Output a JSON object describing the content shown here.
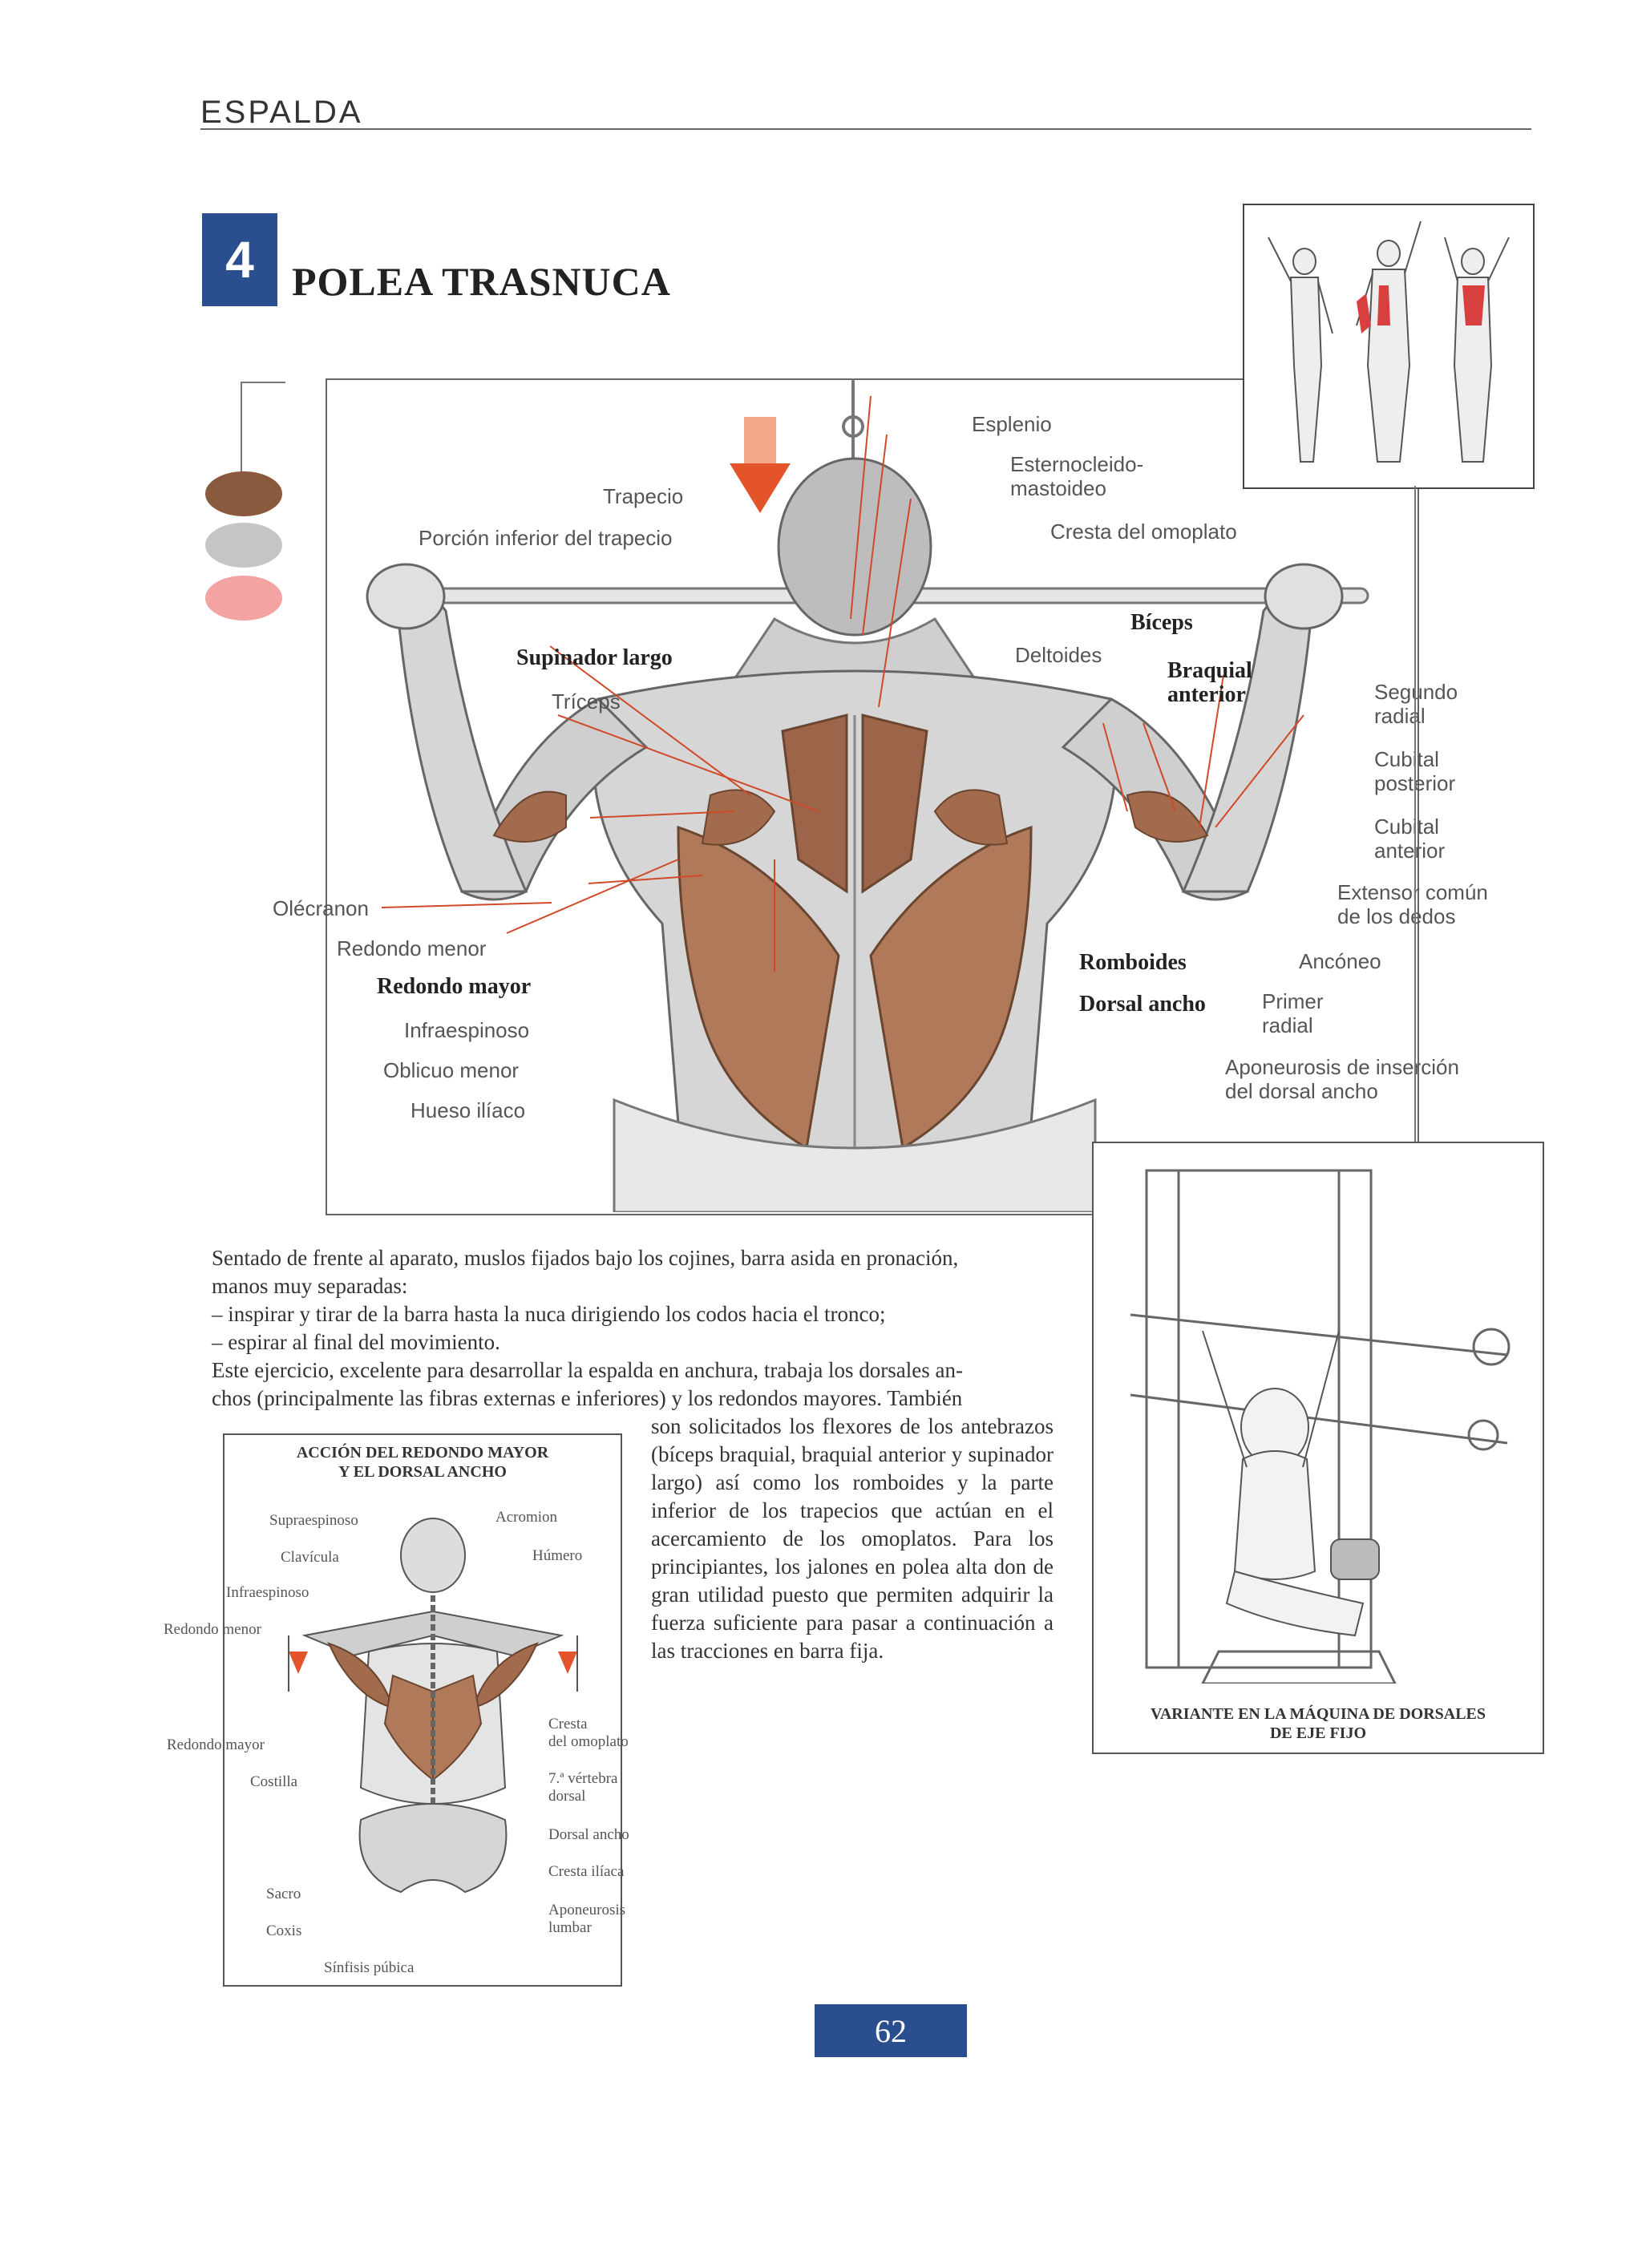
{
  "header": {
    "section": "ESPALDA"
  },
  "exercise": {
    "number": "4",
    "title": "POLEA TRASNUCA"
  },
  "colors": {
    "accent_blue": "#2b4e8e",
    "muscle_primary": "#8a5a3e",
    "muscle_secondary": "#c6c6c6",
    "muscle_tertiary": "#f4a3a3",
    "muscle_red": "#d84040"
  },
  "main_labels": {
    "esplenio": "Esplenio",
    "esternocleido": "Esternocleido-",
    "esternocleido_2": "mastoideo",
    "trapecio": "Trapecio",
    "porcion_inferior": "Porción inferior del trapecio",
    "cresta_omoplato": "Cresta del omoplato",
    "biceps": "Bíceps",
    "deltoides": "Deltoides",
    "braquial": "Braquial",
    "braquial_2": "anterior",
    "supinador": "Supinador largo",
    "triceps": "Tríceps",
    "segundo": "Segundo",
    "segundo_2": "radial",
    "cubital_post": "Cubital",
    "cubital_post_2": "posterior",
    "cubital_ant": "Cubital",
    "cubital_ant_2": "anterior",
    "extensor": "Extensor común",
    "extensor_2": "de los dedos",
    "olecranon": "Olécranon",
    "redondo_menor": "Redondo menor",
    "redondo_mayor": "Redondo mayor",
    "infraespinoso": "Infraespinoso",
    "oblicuo": "Oblicuo menor",
    "hueso": "Hueso ilíaco",
    "romboides": "Romboides",
    "dorsal": "Dorsal ancho",
    "anconeo": "Ancóneo",
    "primer": "Primer",
    "primer_2": "radial",
    "aponeurosis": "Aponeurosis de inserción",
    "aponeurosis_2": "del dorsal ancho"
  },
  "body": {
    "p1": "Sentado de frente al aparato, muslos fijados bajo los cojines, barra asida en pronación,",
    "p2": "manos muy separadas:",
    "p3": "– inspirar y tirar de la barra hasta la nuca dirigiendo los codos hacia el tronco;",
    "p4": "– espirar al final del movimiento.",
    "p5": "Este ejercicio, excelente para desarrollar la espalda en anchura, trabaja los dorsales an-",
    "p6": "chos (principalmente las fibras externas e inferiores) y los redondos mayores. También",
    "side": "son solicitados los flexores de los antebrazos (bíceps braquial, braquial anterior y supinador largo) así como los romboides y la parte inferior de los trapecios que actúan en el acercamiento de los omoplatos. Para los principiantes, los jalones en polea alta don de gran utilidad puesto que permiten adquirir la fuerza suficiente para pasar a continuación a las tracciones en barra fija."
  },
  "inset": {
    "title_1": "ACCIÓN DEL REDONDO MAYOR",
    "title_2": "Y EL DORSAL ANCHO",
    "supraespinoso": "Supraespinoso",
    "acromion": "Acromion",
    "clavicula": "Clavícula",
    "humero": "Húmero",
    "infraespinoso": "Infraespinoso",
    "redondo_menor": "Redondo menor",
    "redondo_mayor": "Redondo mayor",
    "cresta": "Cresta",
    "cresta_2": "del omoplato",
    "costilla": "Costilla",
    "vertebra": "7.ª vértebra",
    "vertebra_2": "dorsal",
    "dorsal": "Dorsal ancho",
    "cresta_iliaca": "Cresta ilíaca",
    "sacro": "Sacro",
    "aponeurosis": "Aponeurosis",
    "aponeurosis_2": "lumbar",
    "coxis": "Coxis",
    "sinfisis": "Sínfisis púbica"
  },
  "variant": {
    "title_1": "VARIANTE EN LA MÁQUINA DE DORSALES",
    "title_2": "DE EJE FIJO"
  },
  "page": {
    "number": "62"
  }
}
